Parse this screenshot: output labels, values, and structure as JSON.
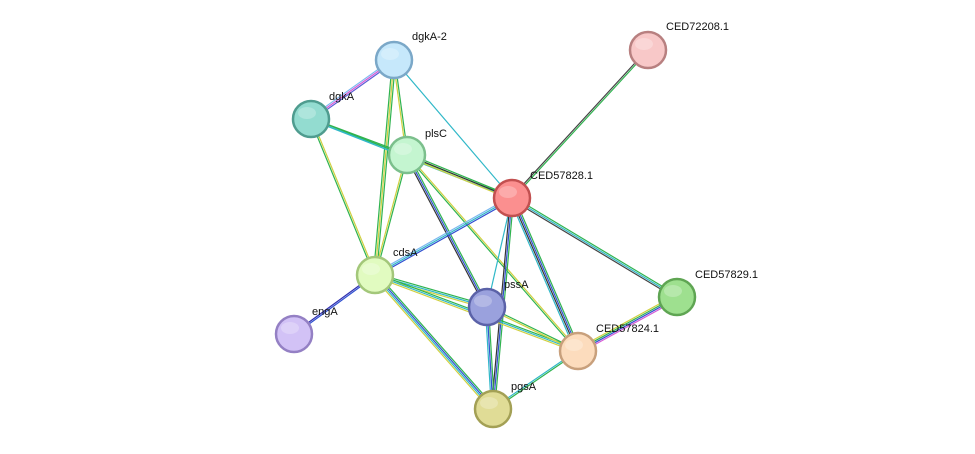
{
  "nodes": [
    {
      "id": "dgkA-2",
      "label": "dgkA-2",
      "fill": "#c6e8fb",
      "stroke": "#7ba8c8"
    },
    {
      "id": "dgkA",
      "label": "dgkA",
      "fill": "#93dcd0",
      "stroke": "#4f9c8f"
    },
    {
      "id": "plsC",
      "label": "plsC",
      "fill": "#c4f5d0",
      "stroke": "#7bbf8c"
    },
    {
      "id": "CED72208.1",
      "label": "CED72208.1",
      "fill": "#f8c8c8",
      "stroke": "#b88080"
    },
    {
      "id": "CED57828.1",
      "label": "CED57828.1",
      "fill": "#fb8f8f",
      "stroke": "#c25050"
    },
    {
      "id": "cdsA",
      "label": "cdsA",
      "fill": "#e1fbc0",
      "stroke": "#a3c77a"
    },
    {
      "id": "pssA",
      "label": "pssA",
      "fill": "#9aa1dd",
      "stroke": "#5b62a8"
    },
    {
      "id": "CED57829.1",
      "label": "CED57829.1",
      "fill": "#9ee08f",
      "stroke": "#5fa553"
    },
    {
      "id": "engA",
      "label": "engA",
      "fill": "#d2c2f6",
      "stroke": "#9480c4"
    },
    {
      "id": "CED57824.1",
      "label": "CED57824.1",
      "fill": "#fcdcbd",
      "stroke": "#c8a07c"
    },
    {
      "id": "pgsA",
      "label": "pgsA",
      "fill": "#e0dc96",
      "stroke": "#a3a055"
    }
  ],
  "edges": [
    {
      "source": "dgkA-2",
      "target": "dgkA",
      "colors": [
        "#5b5bd6",
        "#d65bd6",
        "#7ab8f0"
      ]
    },
    {
      "source": "dgkA-2",
      "target": "plsC",
      "colors": [
        "#2fb34f",
        "#d0d040"
      ]
    },
    {
      "source": "dgkA-2",
      "target": "cdsA",
      "colors": [
        "#2fb34f",
        "#d0d040",
        "#2fb34f"
      ]
    },
    {
      "source": "dgkA-2",
      "target": "CED57828.1",
      "colors": [
        "#30b8c8"
      ]
    },
    {
      "source": "dgkA",
      "target": "plsC",
      "colors": [
        "#2fb34f",
        "#30b8c8"
      ]
    },
    {
      "source": "dgkA",
      "target": "cdsA",
      "colors": [
        "#d0d040",
        "#2fb34f"
      ]
    },
    {
      "source": "dgkA",
      "target": "CED57828.1",
      "colors": [
        "#2fb34f",
        "#30b8c8"
      ]
    },
    {
      "source": "plsC",
      "target": "CED57828.1",
      "colors": [
        "#2fb34f",
        "#333333",
        "#d0d040"
      ]
    },
    {
      "source": "plsC",
      "target": "cdsA",
      "colors": [
        "#2fb34f",
        "#d0d040"
      ]
    },
    {
      "source": "plsC",
      "target": "pssA",
      "colors": [
        "#2fb34f",
        "#3050d0",
        "#333333"
      ]
    },
    {
      "source": "plsC",
      "target": "CED57824.1",
      "colors": [
        "#d0d040",
        "#2fb34f"
      ]
    },
    {
      "source": "CED72208.1",
      "target": "CED57828.1",
      "colors": [
        "#2fb34f",
        "#444444"
      ]
    },
    {
      "source": "CED57828.1",
      "target": "cdsA",
      "colors": [
        "#3050d0",
        "#30b8c8",
        "#7ab8f0"
      ]
    },
    {
      "source": "CED57828.1",
      "target": "pssA",
      "colors": [
        "#30b8c8"
      ]
    },
    {
      "source": "CED57828.1",
      "target": "CED57829.1",
      "colors": [
        "#2fb34f",
        "#30b8c8",
        "#444444"
      ]
    },
    {
      "source": "CED57828.1",
      "target": "CED57824.1",
      "colors": [
        "#2fb34f",
        "#3050d0",
        "#333333",
        "#30b8c8"
      ]
    },
    {
      "source": "CED57828.1",
      "target": "pgsA",
      "colors": [
        "#2fb34f",
        "#3050d0",
        "#333333"
      ]
    },
    {
      "source": "cdsA",
      "target": "engA",
      "colors": [
        "#3050d0",
        "#2f2fb0"
      ]
    },
    {
      "source": "cdsA",
      "target": "pssA",
      "colors": [
        "#2fb34f",
        "#30b8c8",
        "#d0d040"
      ]
    },
    {
      "source": "cdsA",
      "target": "CED57824.1",
      "colors": [
        "#2fb34f",
        "#30b8c8",
        "#d0d040"
      ]
    },
    {
      "source": "cdsA",
      "target": "pgsA",
      "colors": [
        "#2fb34f",
        "#3050d0",
        "#30b8c8",
        "#d0d040"
      ]
    },
    {
      "source": "pssA",
      "target": "CED57824.1",
      "colors": [
        "#2fb34f",
        "#d0d040"
      ]
    },
    {
      "source": "pssA",
      "target": "pgsA",
      "colors": [
        "#2fb34f",
        "#3050d0",
        "#30b8c8"
      ]
    },
    {
      "source": "CED57829.1",
      "target": "CED57824.1",
      "colors": [
        "#d65bd6",
        "#3050d0",
        "#2fb34f",
        "#d0d040"
      ]
    },
    {
      "source": "CED57824.1",
      "target": "pgsA",
      "colors": [
        "#2fb34f",
        "#30b8c8"
      ]
    }
  ]
}
